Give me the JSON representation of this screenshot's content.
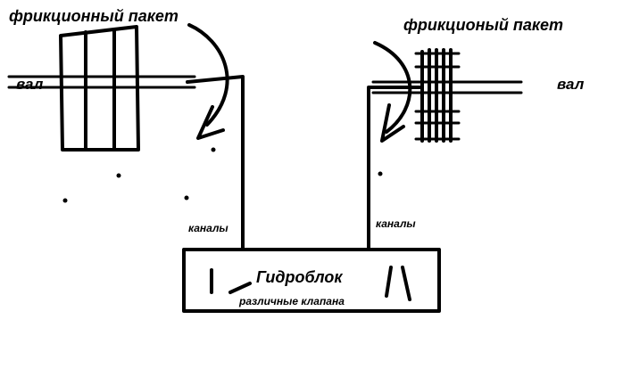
{
  "labels": {
    "friction_left": "фрикционный пакет",
    "friction_right": "фрикционый пакет",
    "shaft_left": "вал",
    "shaft_right": "вал",
    "channels_left": "каналы",
    "channels_right": "каналы",
    "hydro_block": "Гидроблок",
    "valves": "различные клапана"
  },
  "colors": {
    "ink": "#000000",
    "background": "#ffffff"
  }
}
